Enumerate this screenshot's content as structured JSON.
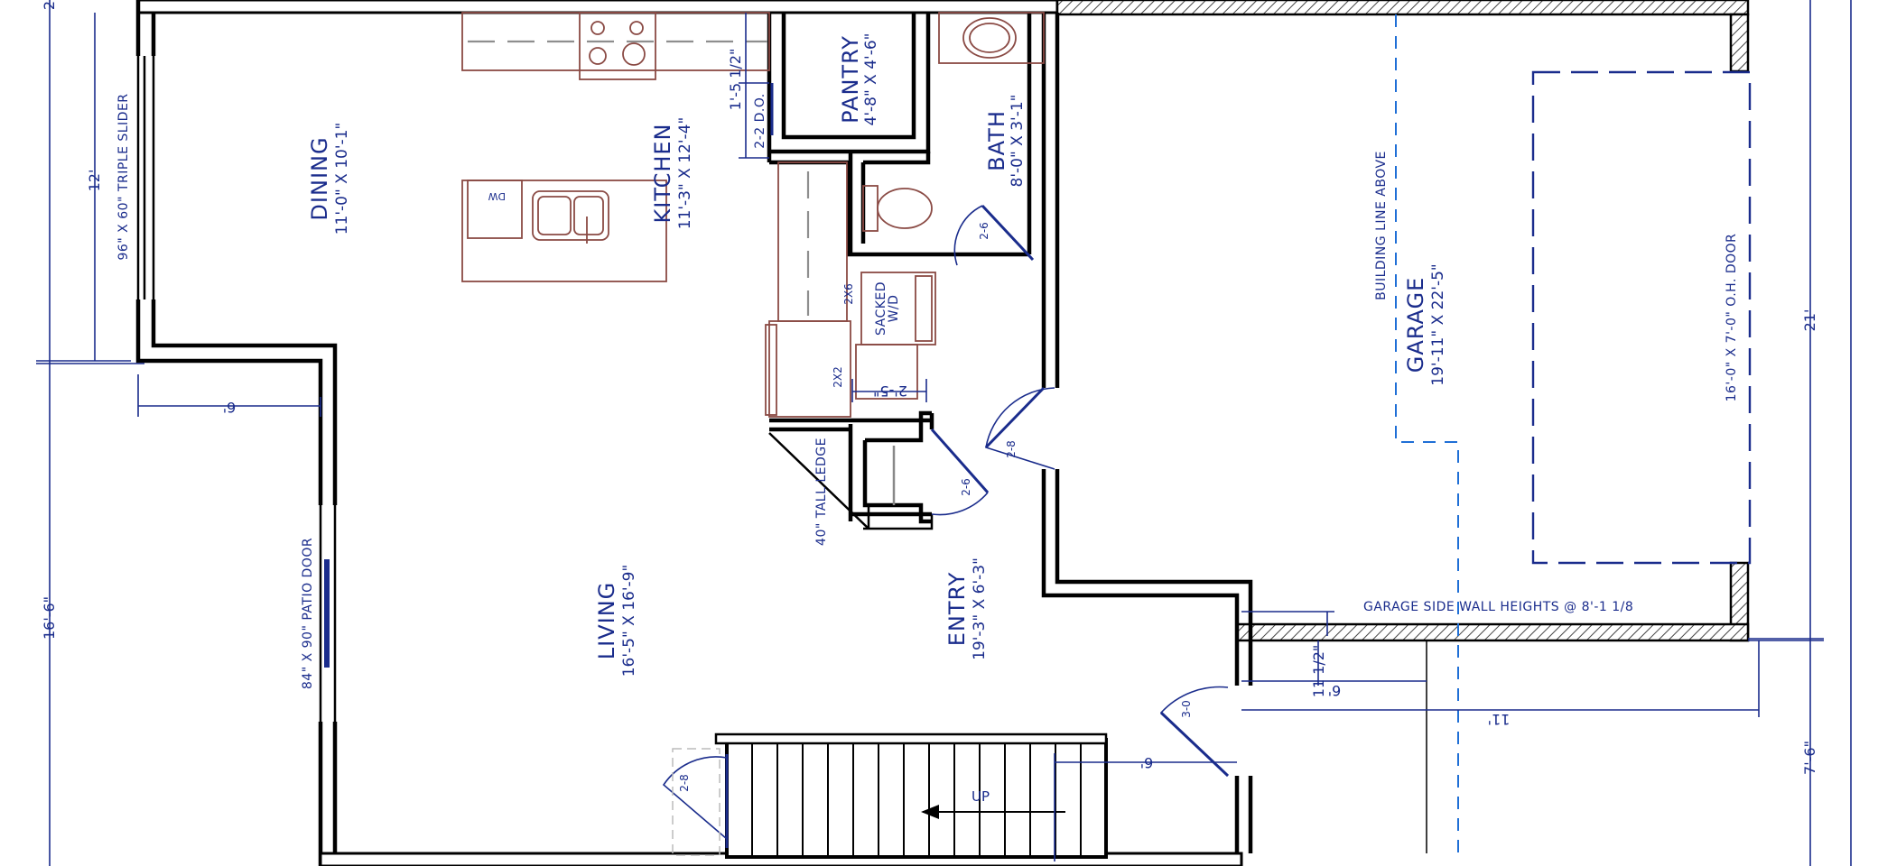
{
  "rooms": {
    "dining": {
      "name": "DINING",
      "size": "11'-0\" X 10'-1\""
    },
    "kitchen": {
      "name": "KITCHEN",
      "size": "11'-3\" X 12'-4\""
    },
    "pantry": {
      "name": "PANTRY",
      "size": "4'-8\" X 4'-6\""
    },
    "bath": {
      "name": "BATH",
      "size": "8'-0\" X 3'-1\""
    },
    "garage": {
      "name": "GARAGE",
      "size": "19'-11\" X 22'-5\""
    },
    "living": {
      "name": "LIVING",
      "size": "16'-5\" X 16'-9\""
    },
    "entry": {
      "name": "ENTRY",
      "size": "19'-3\" X 6'-3\""
    }
  },
  "notes": {
    "triple_slider": "96\" X 60\" TRIPLE SLIDER",
    "patio_door": "84\" X 90\" PATIO DOOR",
    "building_line": "BUILDING LINE ABOVE",
    "oh_door": "16'-0\" X 7'-0\" O.H. DOOR",
    "garage_wall_heights": "GARAGE SIDE WALL HEIGHTS @ 8'-1 1/8",
    "tall_ledge": "40\" TALL LEDGE",
    "stacked_wd": [
      "SACKED",
      "W/D"
    ],
    "stairs_up": "UP",
    "dishwasher": "DW",
    "pantry_door": "2-2 D.O."
  },
  "dimensions": {
    "left_top": "12'",
    "left_bottom": "16'-6\"",
    "left_cut": "2",
    "dining_jog": "6'",
    "pantry_wall": "1'-5 1/2\"",
    "right_main": "21'",
    "right_bottom": "7'-6\"",
    "garage_offset": "11 1/2\"",
    "garage_six": "6'",
    "garage_eleven": "11'",
    "wd_width": "2'-5\"",
    "stair_six": "6'"
  },
  "door_sizes": {
    "bath": "2-6",
    "hall": "2-8",
    "closet": "2-6",
    "garage_entry": "3-0",
    "stair_closet": "2-8",
    "wd_closet": "2X6",
    "fridge": "2X2"
  }
}
